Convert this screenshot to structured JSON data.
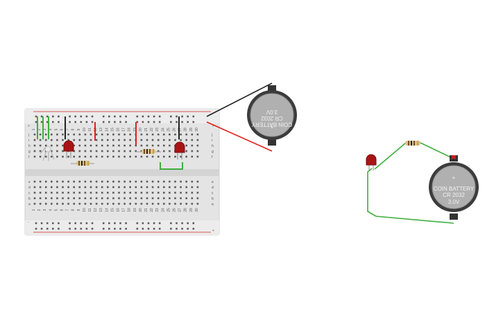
{
  "breadboard": {
    "column_numbers": [
      "1",
      "2",
      "3",
      "4",
      "5",
      "6",
      "7",
      "8",
      "9",
      "10",
      "11",
      "12",
      "13",
      "14",
      "15",
      "16",
      "17",
      "18",
      "19",
      "20",
      "21",
      "22",
      "23",
      "24",
      "25",
      "26",
      "27",
      "28",
      "29",
      "30"
    ],
    "row_letters_upper": [
      "j",
      "i",
      "h",
      "g",
      "f"
    ],
    "row_letters_lower": [
      "e",
      "d",
      "c",
      "b",
      "a"
    ],
    "rail_plus": "+",
    "rail_minus": "-"
  },
  "battery_breadboard": {
    "line1": "COIN BATTERY",
    "line2": "CR 2032",
    "line3": "3.0V",
    "plus": "+"
  },
  "battery_standalone": {
    "line1": "COIN BATTERY",
    "line2": "CR 2032",
    "line3": "3.0V",
    "plus": "+"
  },
  "colors": {
    "wire_red": "#e0211f",
    "wire_green": "#3dae3c",
    "wire_black": "#222222",
    "led_red": "#a81414",
    "breadboard": "#e6e6e6",
    "battery_body": "#4a4a4a"
  }
}
